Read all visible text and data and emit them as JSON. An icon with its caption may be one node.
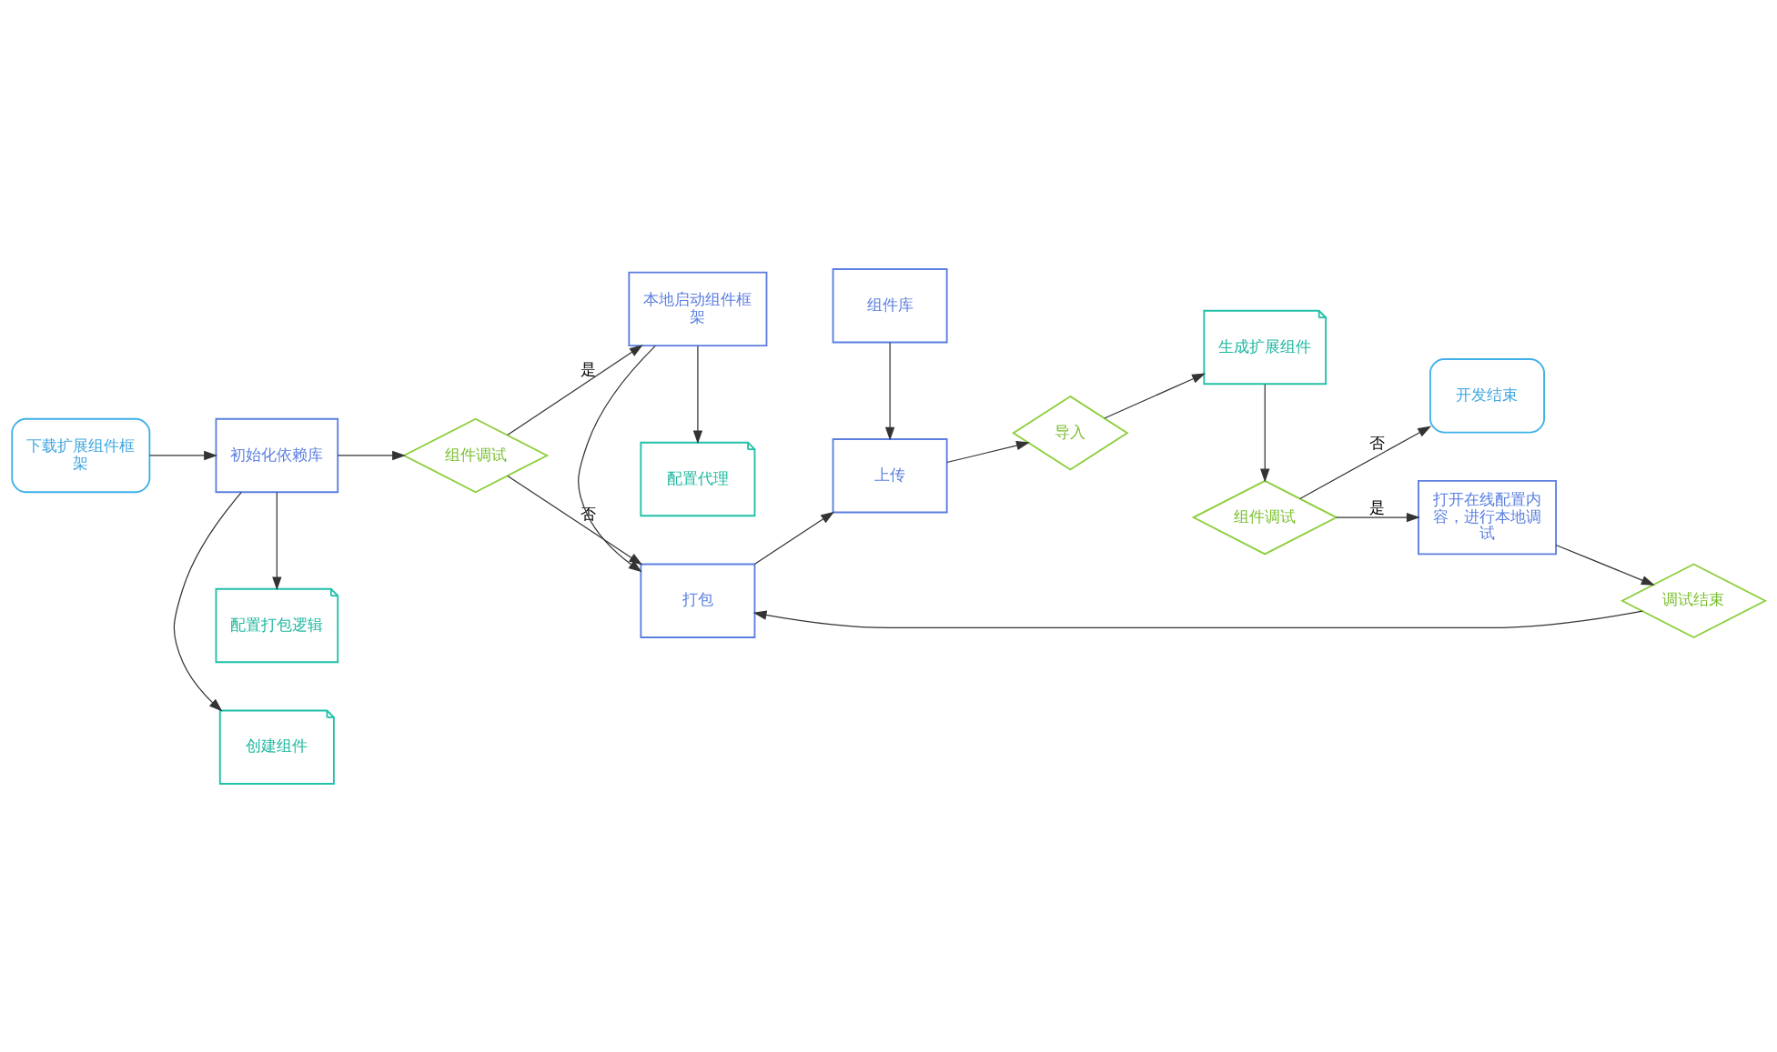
{
  "diagram": {
    "nodes": [
      {
        "text": [
          "下载扩展组件框架"
        ]
      },
      {
        "text": [
          "初始化依赖库"
        ]
      },
      {
        "text": [
          "配置打包逻辑"
        ]
      },
      {
        "text": [
          "创建组件"
        ]
      },
      {
        "text": [
          "组件调试"
        ]
      },
      {
        "text": [
          "本地启动组件框架"
        ]
      },
      {
        "text": [
          "配置代理"
        ]
      },
      {
        "text": [
          "打包"
        ]
      },
      {
        "text": [
          "组件库"
        ]
      },
      {
        "text": [
          "上传"
        ]
      },
      {
        "text": [
          "导入"
        ]
      },
      {
        "text": [
          "生成扩展组件"
        ]
      },
      {
        "text": [
          "组件调试"
        ]
      },
      {
        "text": [
          "打开在线配置内容，进行本地调试"
        ]
      },
      {
        "text": [
          "开发结束"
        ]
      },
      {
        "text": [
          "调试结束"
        ]
      }
    ],
    "edges": [
      {
        "from": 0,
        "to": 1,
        "arrow": "to"
      },
      {
        "from": 1,
        "to": 2,
        "arrow": "to"
      },
      {
        "from": 1,
        "to": 3,
        "arrow": "to"
      },
      {
        "from": 1,
        "to": 4,
        "arrow": "to"
      },
      {
        "from": 4,
        "to": 5,
        "arrow": "to",
        "label": "是"
      },
      {
        "from": 4,
        "to": 7,
        "arrow": "to",
        "label": "否"
      },
      {
        "from": 5,
        "to": 6,
        "arrow": "to"
      },
      {
        "from": 5,
        "to": 7,
        "arrow": "to"
      },
      {
        "from": 7,
        "to": 9,
        "arrow": "to"
      },
      {
        "from": 8,
        "to": 9,
        "arrow": "to"
      },
      {
        "from": 9,
        "to": 10,
        "arrow": "to"
      },
      {
        "from": 10,
        "to": 11,
        "arrow": "to"
      },
      {
        "from": 11,
        "to": 12,
        "arrow": "to"
      },
      {
        "from": 12,
        "to": 13,
        "arrow": "to",
        "label": "是"
      },
      {
        "from": 12,
        "to": 14,
        "arrow": "to",
        "label": "否"
      },
      {
        "from": 13,
        "to": 15,
        "arrow": "to"
      },
      {
        "from": 15,
        "to": 7,
        "arrow": "to"
      }
    ]
  }
}
